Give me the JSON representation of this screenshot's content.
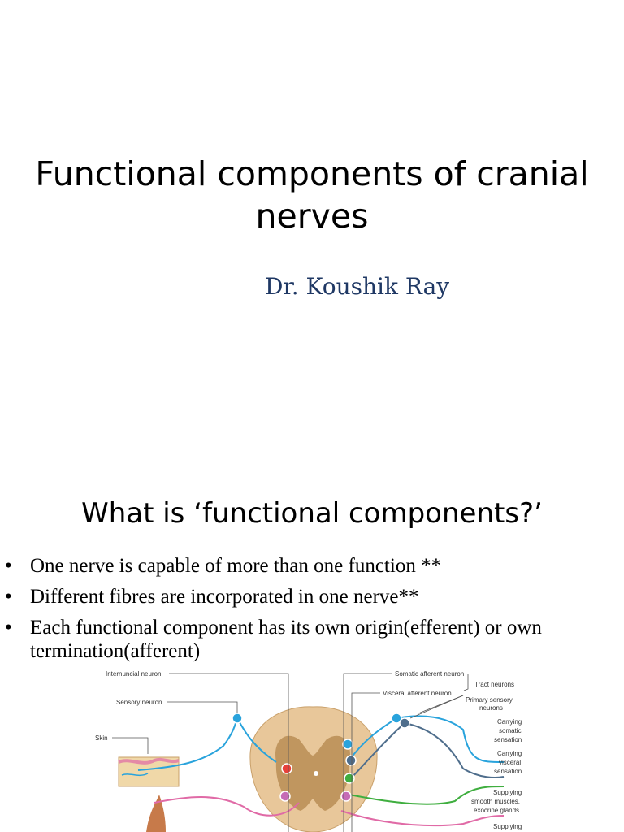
{
  "slide1": {
    "title": "Functional components of cranial nerves",
    "author": "Dr. Koushik Ray"
  },
  "slide2": {
    "title": "What is ‘functional components?’",
    "bullets": [
      "One nerve is capable of more than one function **",
      "Different fibres are incorporated in one nerve**",
      "Each functional component has its own origin(efferent) or own termination(afferent)"
    ],
    "bullet_glyph": "•",
    "diagram": {
      "labels": {
        "internuncial": "Internuncial neuron",
        "sensory": "Sensory neuron",
        "skin": "Skin",
        "somatic_afferent": "Somatic afferent neuron",
        "tract": "Tract neurons",
        "visceral_afferent": "Visceral afferent neuron",
        "primary_sensory_1": "Primary sensory",
        "primary_sensory_2": "neurons",
        "carrying_somatic_1": "Carrying",
        "carrying_somatic_2": "somatic",
        "carrying_somatic_3": "sensation",
        "carrying_visceral_1": "Carrying",
        "carrying_visceral_2": "visceral",
        "carrying_visceral_3": "sensation",
        "supplying_1": "Supplying",
        "supplying_2": "smooth muscles,",
        "supplying_3": "exocrine glands",
        "supplying_4": "Supplying"
      }
    }
  }
}
